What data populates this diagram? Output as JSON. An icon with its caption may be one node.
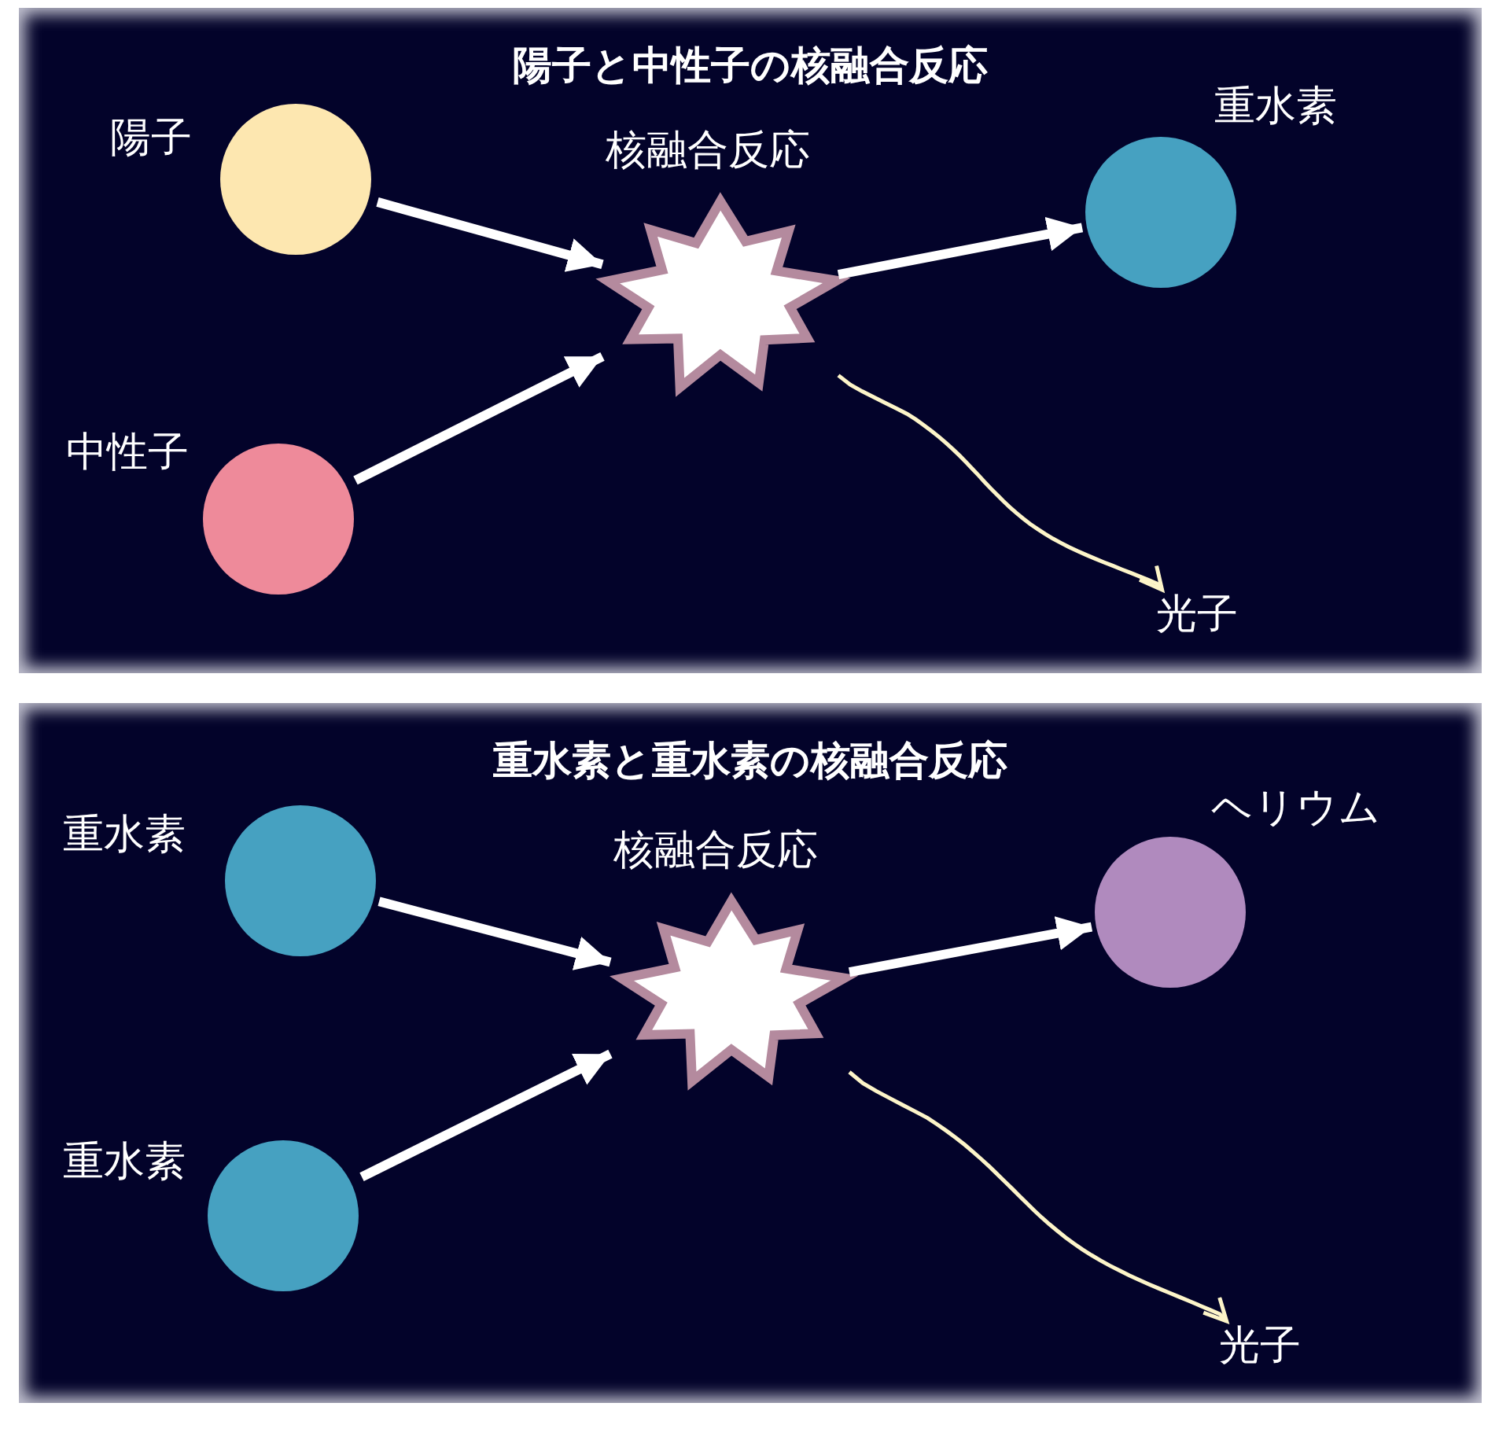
{
  "diagram": {
    "nodes": [
      {
        "text": [
          "陽子と中性子の核融合反応"
        ]
      },
      {
        "text": [
          "陽子"
        ],
        "in": 0
      },
      {
        "text": [
          "中性子"
        ],
        "in": 0
      },
      {
        "text": [
          "核融合反応"
        ],
        "in": 0
      },
      {
        "text": [
          "重水素"
        ],
        "in": 0
      },
      {
        "text": [
          "光子"
        ],
        "in": 0
      },
      {
        "text": [
          "重水素と重水素の核融合反応"
        ]
      },
      {
        "text": [
          "重水素"
        ],
        "in": 6
      },
      {
        "text": [
          "重水素"
        ],
        "in": 6
      },
      {
        "text": [
          "核融合反応"
        ],
        "in": 6
      },
      {
        "text": [
          "ヘリウム"
        ],
        "in": 6
      },
      {
        "text": [
          "光子"
        ],
        "in": 6
      }
    ],
    "edges": [
      {
        "from": 1,
        "to": 3,
        "arrow": "to"
      },
      {
        "from": 2,
        "to": 3,
        "arrow": "to"
      },
      {
        "from": 3,
        "to": 4,
        "arrow": "to"
      },
      {
        "from": 3,
        "to": 5,
        "arrow": "to",
        "color": "#fdf5c9"
      },
      {
        "from": 7,
        "to": 9,
        "arrow": "to"
      },
      {
        "from": 8,
        "to": 9,
        "arrow": "to"
      },
      {
        "from": 9,
        "to": 10,
        "arrow": "to"
      },
      {
        "from": 9,
        "to": 11,
        "arrow": "to",
        "color": "#fdf5c9"
      }
    ]
  }
}
